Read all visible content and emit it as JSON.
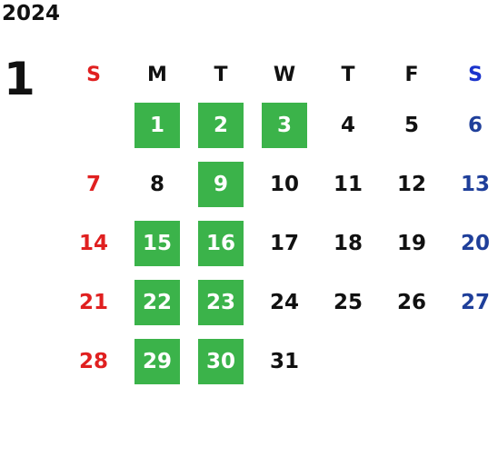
{
  "calendar": {
    "year": "2024",
    "month": "1",
    "weekdays": [
      "S",
      "M",
      "T",
      "W",
      "T",
      "F",
      "S"
    ],
    "colors": {
      "sunday": "#e02020",
      "saturday_header": "#1a33cc",
      "saturday": "#1f3f9a",
      "highlight": "#3bb34a",
      "text": "#111111"
    },
    "weeks": [
      [
        "",
        "1",
        "2",
        "3",
        "4",
        "5",
        "6"
      ],
      [
        "7",
        "8",
        "9",
        "10",
        "11",
        "12",
        "13"
      ],
      [
        "14",
        "15",
        "16",
        "17",
        "18",
        "19",
        "20"
      ],
      [
        "21",
        "22",
        "23",
        "24",
        "25",
        "26",
        "27"
      ],
      [
        "28",
        "29",
        "30",
        "31",
        "",
        "",
        ""
      ]
    ],
    "highlighted_days": [
      "1",
      "2",
      "3",
      "9",
      "15",
      "16",
      "22",
      "23",
      "29",
      "30"
    ]
  }
}
